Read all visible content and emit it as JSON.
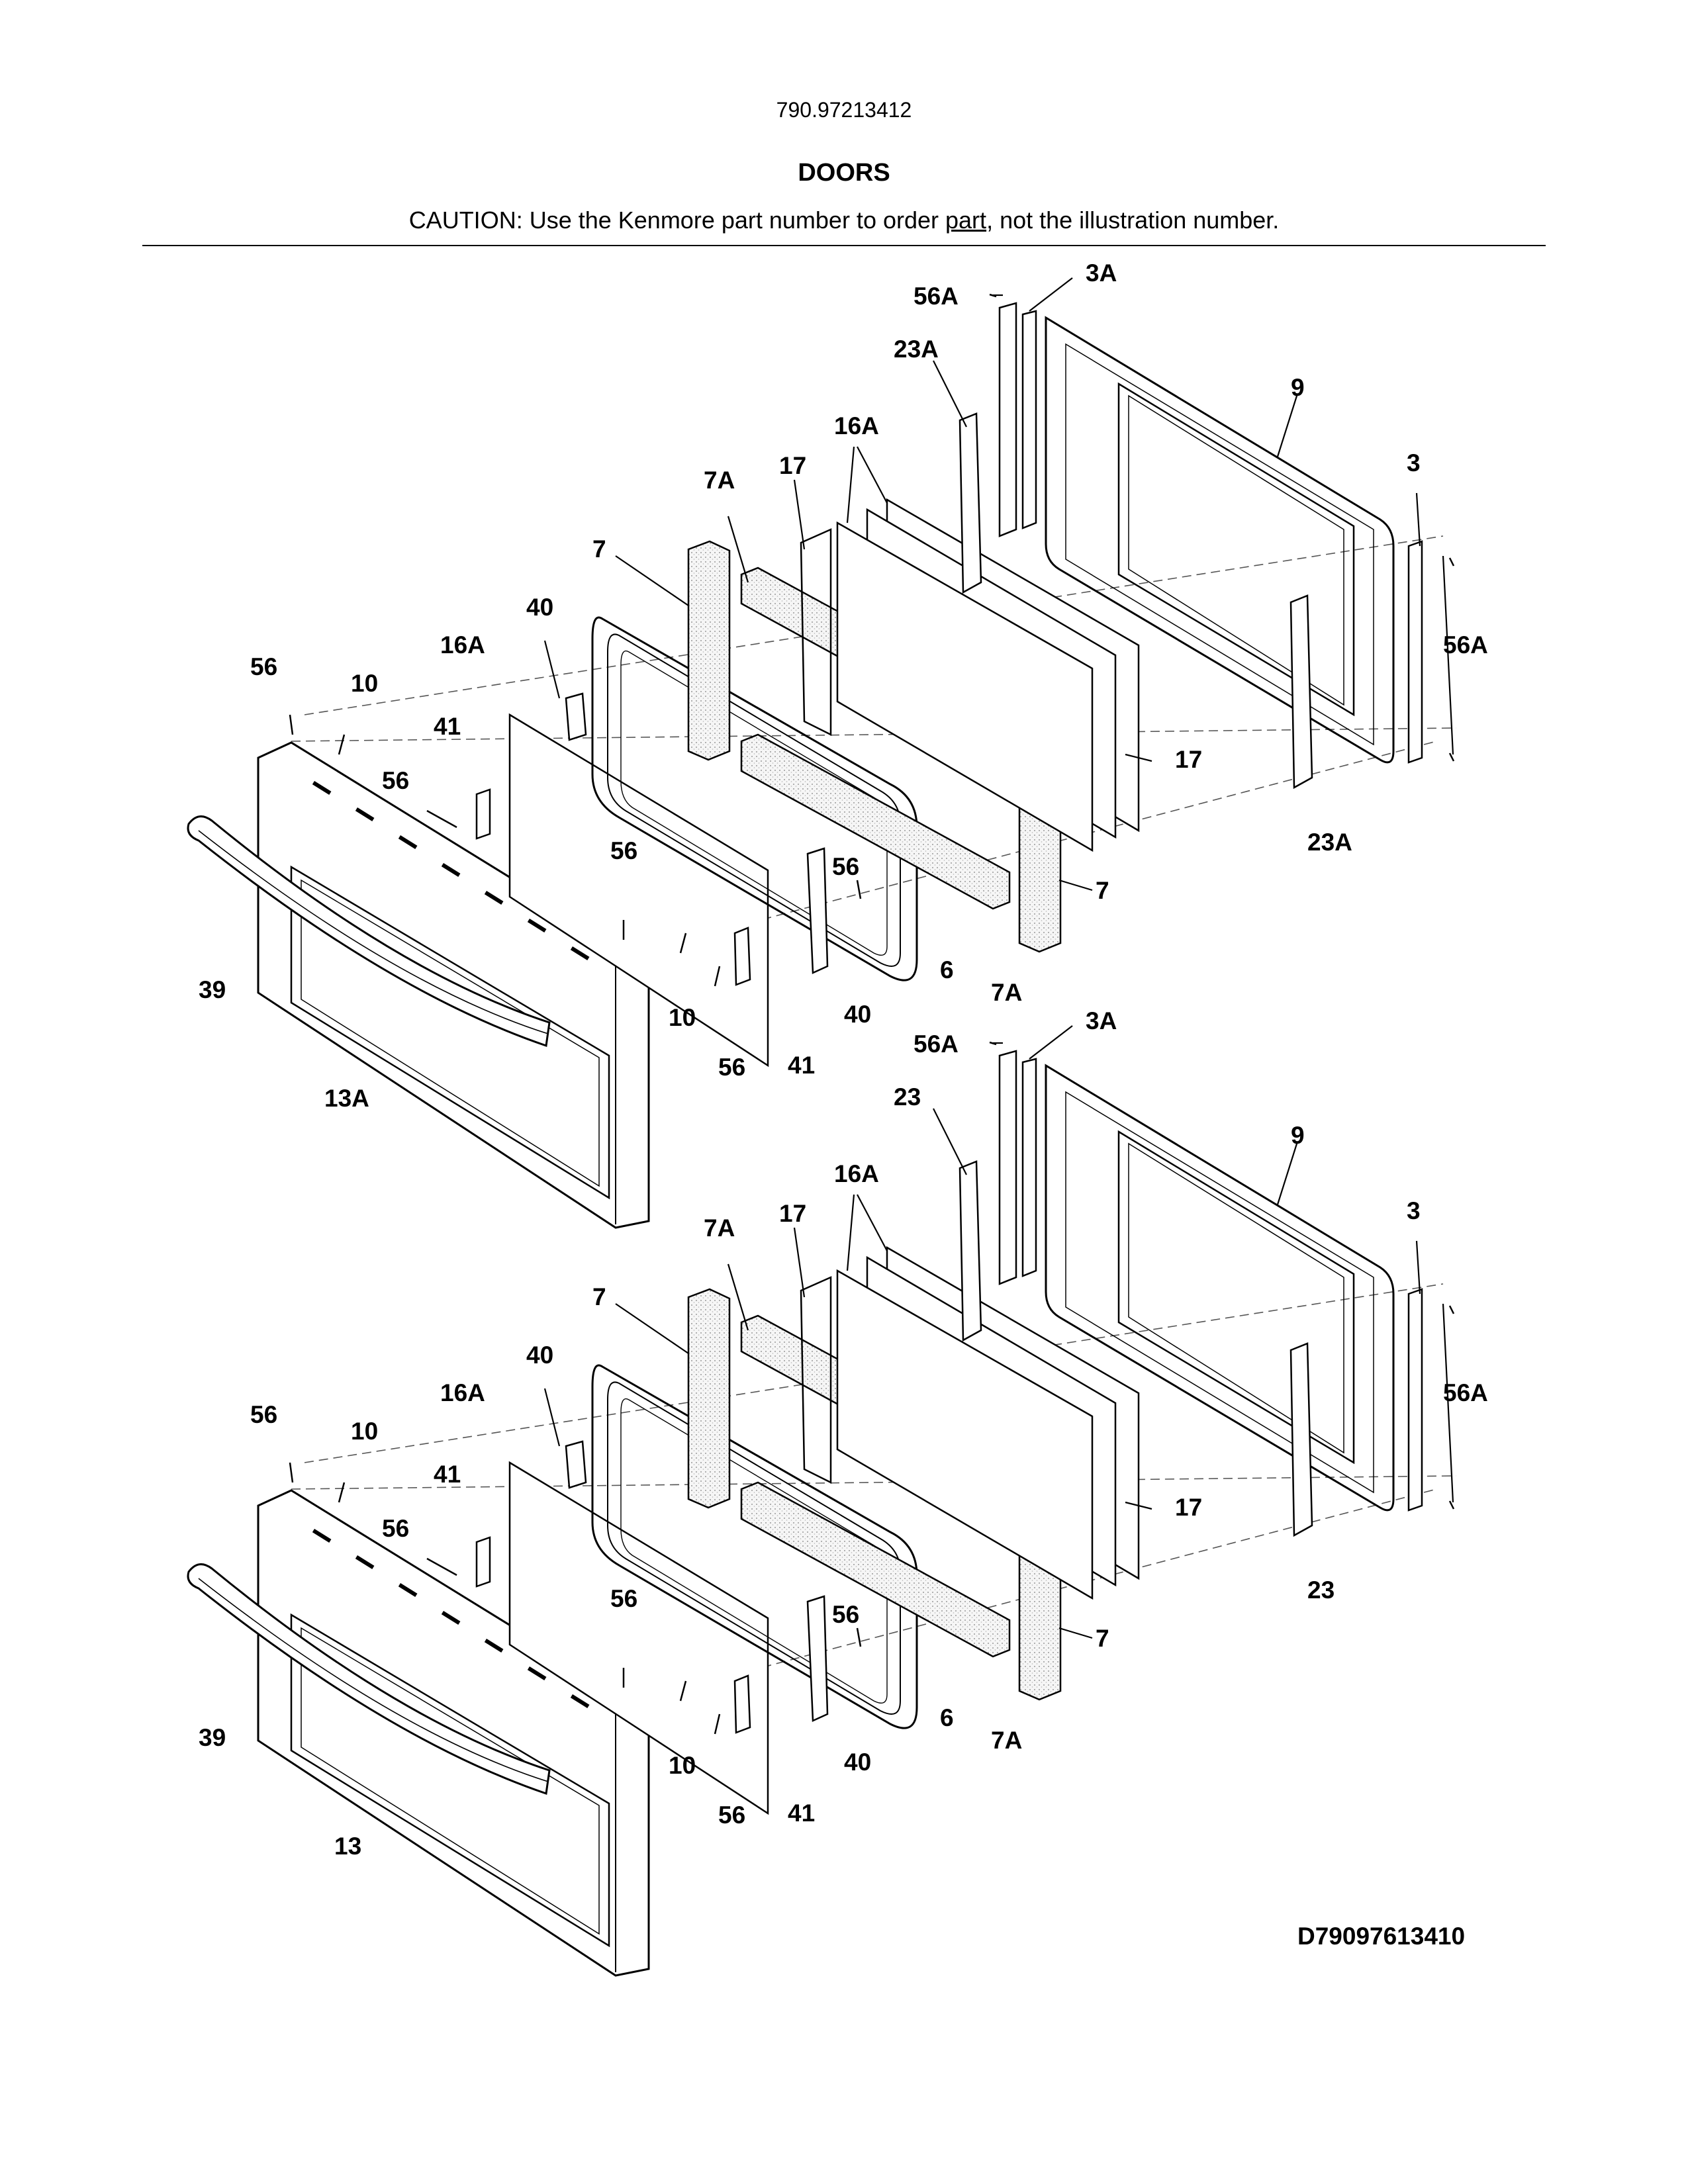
{
  "header": {
    "model_number": "790.97213412",
    "section_title": "DOORS",
    "caution_before": "CAUTION: Use the Kenmore part number to order ",
    "caution_underlined": "part",
    "caution_after": ", not the illustration number."
  },
  "footer": {
    "drawing_code": "D79097613410"
  },
  "upper_door": {
    "callouts": [
      "56A",
      "3A",
      "23A",
      "9",
      "16A",
      "17",
      "7A",
      "3",
      "7",
      "40",
      "16A",
      "56A",
      "56",
      "10",
      "41",
      "17",
      "56",
      "56",
      "56",
      "23A",
      "7",
      "39",
      "6",
      "10",
      "40",
      "7A",
      "56",
      "41",
      "13A"
    ]
  },
  "lower_door": {
    "callouts": [
      "56A",
      "3A",
      "23",
      "9",
      "16A",
      "17",
      "7A",
      "3",
      "7",
      "40",
      "16A",
      "56A",
      "56",
      "10",
      "41",
      "17",
      "56",
      "56",
      "56",
      "23",
      "7",
      "39",
      "6",
      "10",
      "40",
      "7A",
      "56",
      "41",
      "13"
    ]
  }
}
